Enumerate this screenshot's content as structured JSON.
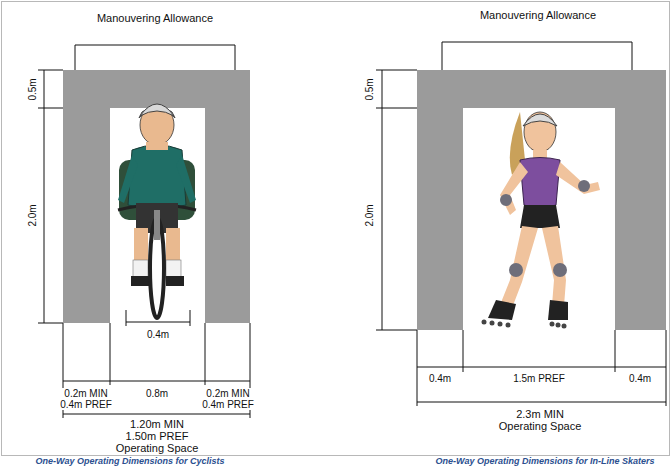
{
  "diagram": {
    "labels": [
      "Manouvering Allowance",
      "0.5m",
      "2.0m",
      "0.4m",
      "0.2m MIN 0.4m PREF",
      "0.8m",
      "0.2m MIN 0.4m PREF",
      "1.20m MIN 1.50m PREF Operating Space",
      "One-Way Operating Dimensions for Cyclists",
      "Manouvering Allowance",
      "0.5m",
      "2.0m",
      "0.4m",
      "1.5m PREF",
      "0.4m",
      "2.3m MIN Operating Space",
      "One-Way Operating Dimensions for In-Line Skaters"
    ]
  }
}
